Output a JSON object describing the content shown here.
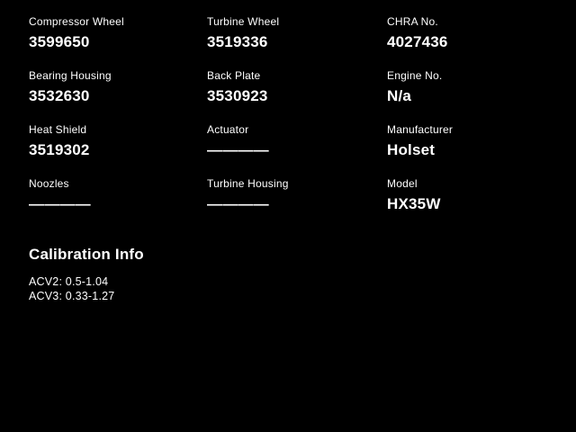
{
  "theme": {
    "background": "#000000",
    "text": "#ffffff"
  },
  "fields": [
    {
      "label": "Compressor Wheel",
      "value": "3599650"
    },
    {
      "label": "Turbine Wheel",
      "value": "3519336"
    },
    {
      "label": "CHRA No.",
      "value": "4027436"
    },
    {
      "label": "Bearing Housing",
      "value": "3532630"
    },
    {
      "label": "Back Plate",
      "value": "3530923"
    },
    {
      "label": "Engine No.",
      "value": "N/a"
    },
    {
      "label": "Heat Shield",
      "value": "3519302"
    },
    {
      "label": "Actuator",
      "value": "————"
    },
    {
      "label": "Manufacturer",
      "value": "Holset"
    },
    {
      "label": "Noozles",
      "value": "————"
    },
    {
      "label": "Turbine Housing",
      "value": "————"
    },
    {
      "label": "Model",
      "value": "HX35W"
    }
  ],
  "calibration": {
    "title": "Calibration Info",
    "lines": [
      "ACV2: 0.5-1.04",
      "ACV3: 0.33-1.27"
    ]
  }
}
